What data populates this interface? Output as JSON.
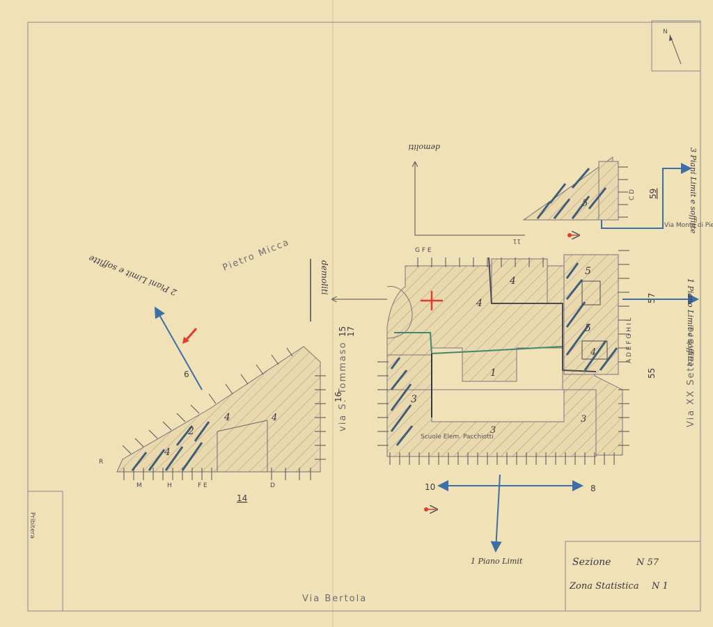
{
  "streets": {
    "pietro_micca": "Pietro Micca",
    "bertola": "Via Bertola",
    "s_tommaso": "via S. Tommaso",
    "xx_settembre": "Via XX Settembre",
    "monte_di_pieta": "Via Monte di Pietà",
    "pribitera": "Pribitera"
  },
  "labels": {
    "scuole": "Scuole Elem. Pacchiotti",
    "num_14": "14",
    "num_16": "16",
    "num_15": "15",
    "num_17": "17",
    "num_55": "55",
    "num_57": "57",
    "num_59": "59",
    "num_10": "10",
    "num_8": "8",
    "num_11": "11",
    "num_6": "6"
  },
  "annotations": {
    "piano_bottom": "1 Piano Limit",
    "piano_left": "2 Piani Limit e soffitte",
    "piano_right_57": "1 Piano Limit e soffitte",
    "piano_right_59": "3 Piani Limit e soffitte",
    "top_note": "demoliti",
    "left_note": "demoliti"
  },
  "title_block": {
    "sezione_label": "Sezione",
    "sezione_value": "N 57",
    "zona_label": "Zona Statistica",
    "zona_value": "N 1"
  },
  "colors": {
    "paper": "#f0e1b6",
    "pencil": "#6f6a73",
    "blue_pencil": "#3b6fa6",
    "green_pencil": "#3f8a6e",
    "red_pencil": "#e23b2a"
  },
  "icons": [
    "north-arrow-icon",
    "red-cross-icon",
    "red-arrow-icon"
  ]
}
